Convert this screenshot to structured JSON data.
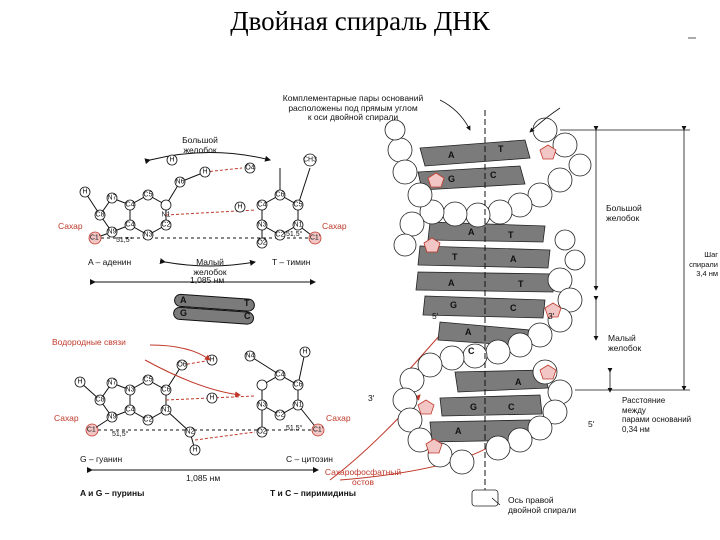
{
  "title": "Двойная спираль ДНК",
  "labels": {
    "complementary_pairs": "Комплементарные пары оснований\nрасположены под прямым углом\nк оси двойной спирали",
    "major_groove_left": "Большой\nжелобок",
    "minor_groove_left": "Малый\nжелобок",
    "sugar": "Сахар",
    "adenine": "A – аденин",
    "thymine": "T – тимин",
    "distance_top": "1,085 нм",
    "hydrogen_bonds": "Водородные связи",
    "guanine": "G – гуанин",
    "cytosine": "C – цитозин",
    "distance_bottom": "1,085 нм",
    "purines": "A  и  G – пурины",
    "pyrimidines": "T  и  C – пиримидины",
    "sugar_phosphate": "Сахарофосфатный\nостов",
    "major_groove_right": "Большой\nжелобок",
    "pitch": "Шаг\nспирали\n3,4 нм",
    "minor_groove_right": "Малый\nжелобок",
    "base_distance": "Расстояние\nмежду\nпарами оснований\n0,34 нм",
    "helix_axis": "Ось правой\nдвойной спирали",
    "end_5_top": "5'",
    "end_3_top": "3'",
    "end_3_bottom": "3'",
    "end_5_bottom": "5'",
    "angle_left_top": "51,5°",
    "angle_right_top": "51,5°",
    "angle_left_bottom": "51,5°",
    "angle_right_bottom": "51,5°"
  },
  "base_pairs_icon": [
    {
      "left": "A",
      "right": "T"
    },
    {
      "left": "G",
      "right": "C"
    }
  ],
  "helix_letters": [
    "A",
    "T",
    "G",
    "C",
    "A",
    "T",
    "T",
    "A",
    "A",
    "T",
    "G",
    "C",
    "A",
    "C",
    "A",
    "G",
    "C",
    "A"
  ],
  "atoms_top": [
    "H",
    "N6",
    "H",
    "O4",
    "CH3",
    "C6",
    "C4",
    "C5",
    "N1",
    "H",
    "N3",
    "N7",
    "C5",
    "C4",
    "C2",
    "C1'",
    "C8",
    "N9",
    "C4",
    "N3",
    "C2",
    "O2",
    "N1",
    "C1'",
    "H",
    "C6"
  ],
  "atoms_bottom": [
    "O6",
    "H",
    "N4",
    "H",
    "N7",
    "C6",
    "C5",
    "N1",
    "H",
    "N3",
    "C8",
    "N9",
    "C4",
    "C2",
    "N3",
    "C1'",
    "C4",
    "C2",
    "O2",
    "N1",
    "C1'",
    "N2",
    "H",
    "H",
    "C6"
  ],
  "colors": {
    "red": "#c0392b",
    "pink": "#f3c6c6",
    "gray": "#7b7b7b",
    "dark": "#4f4f4f"
  }
}
